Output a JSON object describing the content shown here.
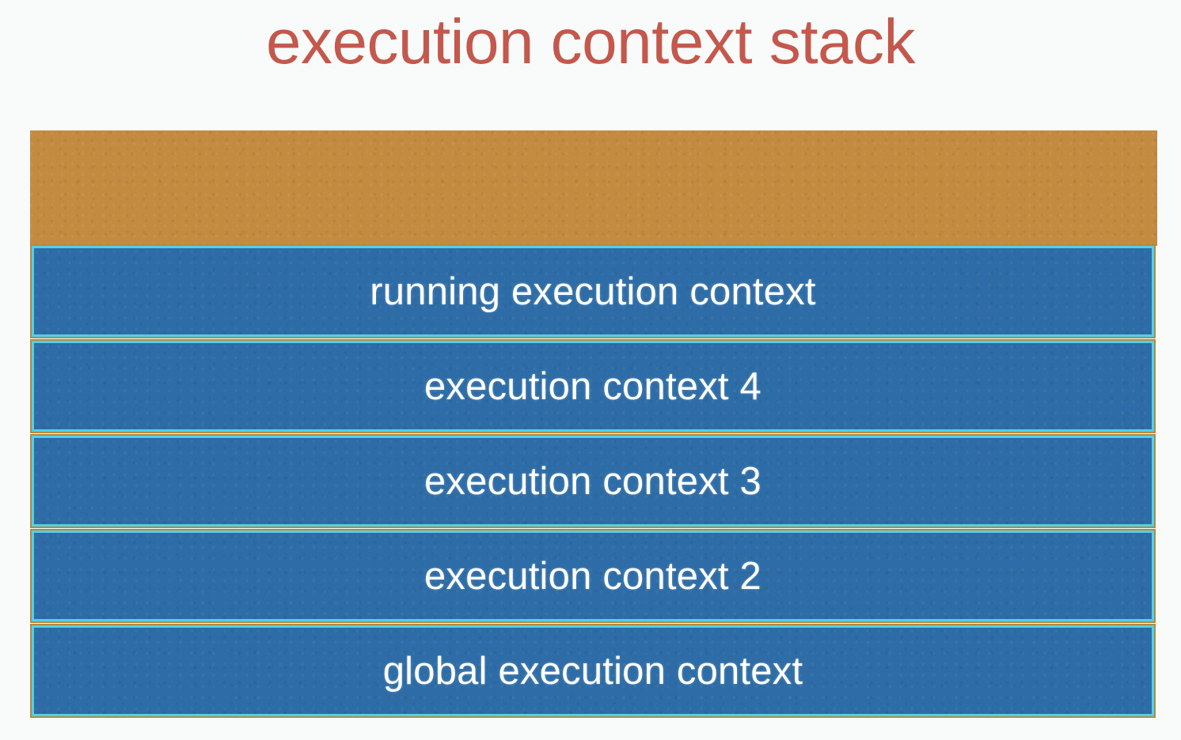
{
  "slide": {
    "title": "execution context stack",
    "title_color": "#c4584c",
    "background_color": "#f8fbfa"
  },
  "stack": {
    "free_space": {
      "label": "",
      "fill_color": "#c28b3f"
    },
    "frame_colors": {
      "box_fill": "#2d6ca6",
      "inner_border": "#54cfe6",
      "outer_border": "#b5893f",
      "label_color": "#ffffff"
    },
    "frames": [
      {
        "label": "running execution context"
      },
      {
        "label": "execution context 4"
      },
      {
        "label": "execution context 3"
      },
      {
        "label": "execution context 2"
      },
      {
        "label": "global execution context"
      }
    ]
  }
}
